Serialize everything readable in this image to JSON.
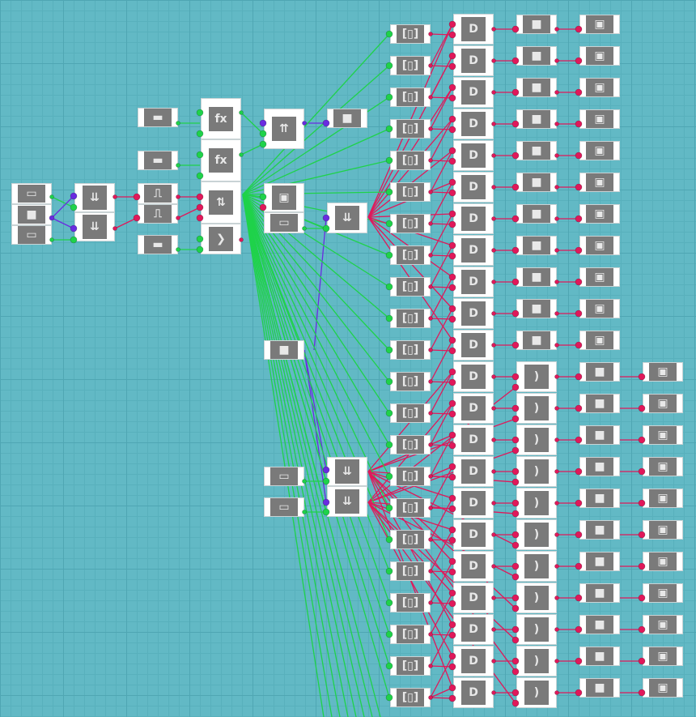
{
  "title": "Logic circuit node graph",
  "colors": {
    "background": "#62b9c5",
    "wire_logic": "#1fd24a",
    "wire_signal": "#e0185a",
    "wire_control": "#6a2be0",
    "node": "#ffffff",
    "icon": "#7a7a7a"
  },
  "icons": [
    "input-bar-icon",
    "button-square-icon",
    "splitter-down-icon",
    "splitter-up-icon",
    "pulse-icon",
    "minus-icon",
    "function-icon",
    "swap-icon",
    "greater-than-icon",
    "bracket-icon",
    "and-gate-icon",
    "or-gate-icon",
    "light-square-icon",
    "display-icon"
  ],
  "rows": {
    "upper_count": 11,
    "lower_count": 11
  }
}
